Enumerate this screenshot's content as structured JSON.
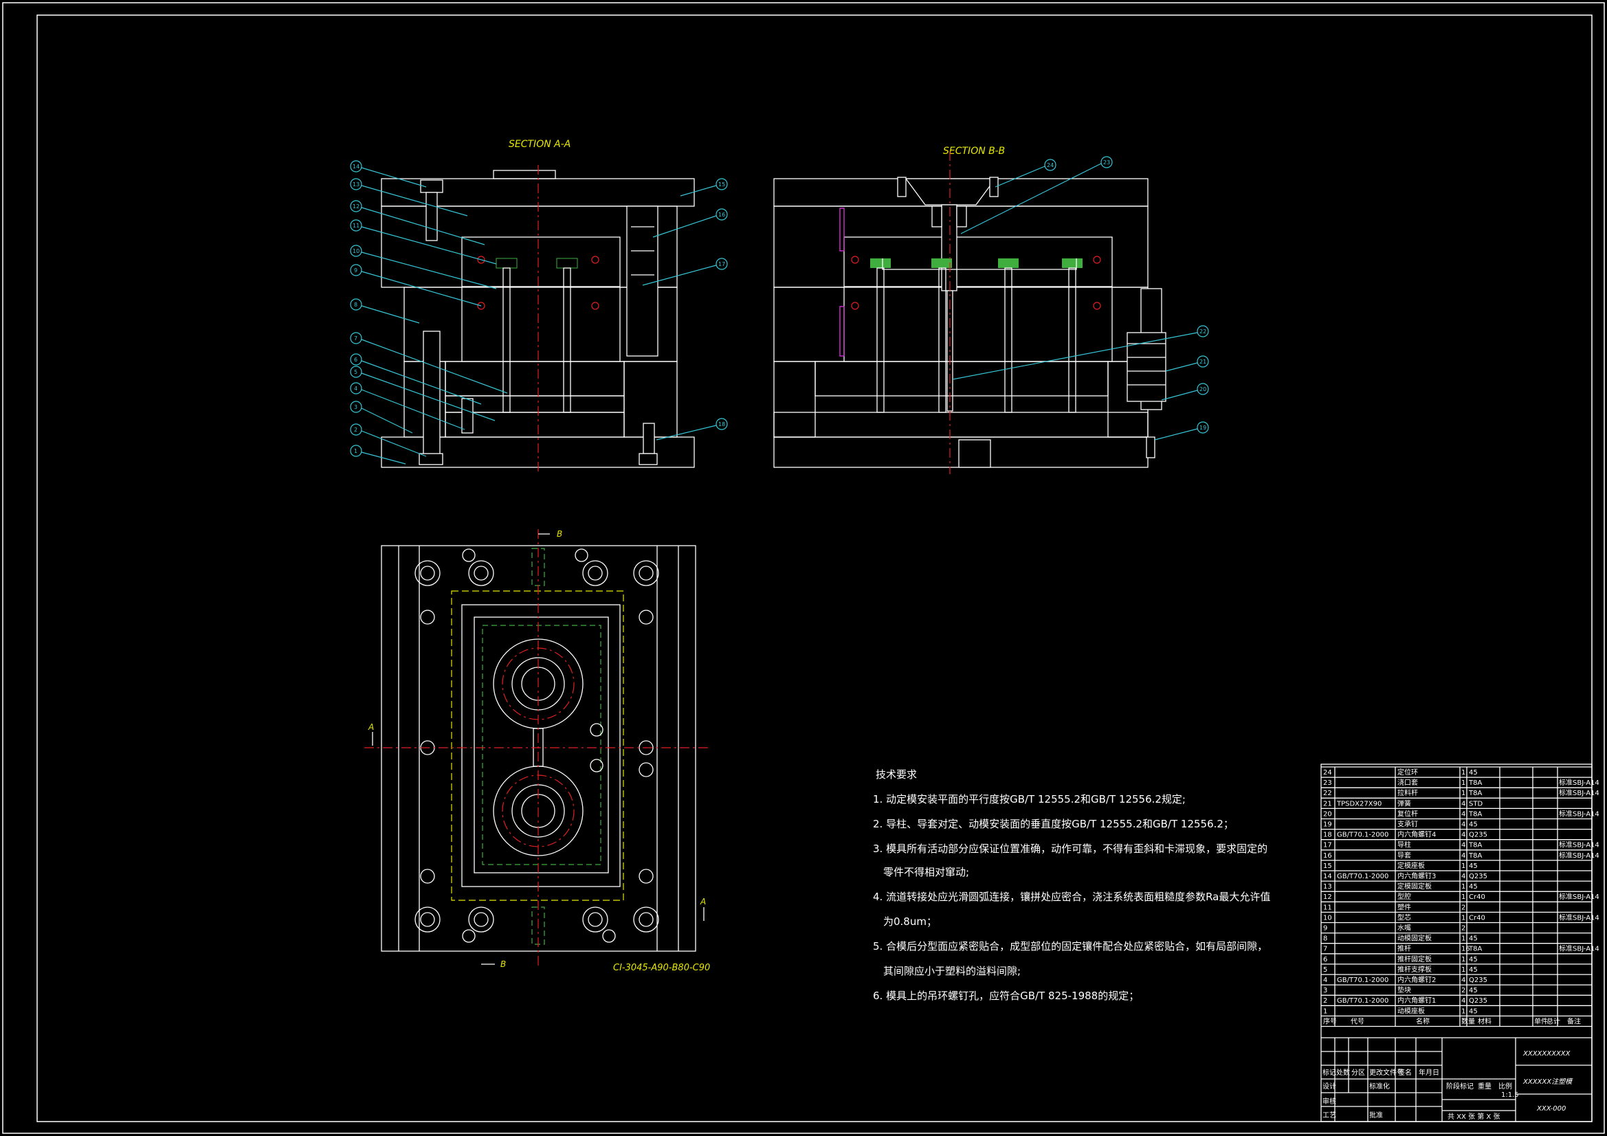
{
  "views": {
    "section_a": "SECTION A-A",
    "section_b": "SECTION B-B",
    "plan_mark_a": "A",
    "plan_mark_b": "B",
    "mold_base_code": "CI-3045-A90-B80-C90"
  },
  "callouts_left": [
    "14",
    "13",
    "12",
    "11",
    "10",
    "9",
    "8",
    "7",
    "6",
    "5",
    "4",
    "3",
    "2",
    "1"
  ],
  "callouts_left_right": [
    "15",
    "16",
    "17",
    "18"
  ],
  "callouts_right": [
    "24",
    "23",
    "22",
    "21",
    "20",
    "19"
  ],
  "tech": {
    "title": "技术要求",
    "lines": [
      "1. 动定模安装平面的平行度按GB/T 12555.2和GB/T 12556.2规定;",
      "2. 导柱、导套对定、动模安装面的垂直度按GB/T 12555.2和GB/T 12556.2；",
      "3. 模具所有活动部分应保证位置准确，动作可靠，不得有歪斜和卡滞现象，要求固定的",
      "零件不得相对窜动;",
      "4. 流道转接处应光滑圆弧连接，镶拼处应密合，浇注系统表面粗糙度参数Ra最大允许值",
      "为0.8um；",
      "5. 合模后分型面应紧密贴合，成型部位的固定镶件配合处应紧密贴合，如有局部间隙，",
      "其间隙应小于塑料的溢料间隙;",
      "6. 模具上的吊环螺钉孔，应符合GB/T 825-1988的规定；"
    ]
  },
  "bom": [
    {
      "no": "24",
      "code": "",
      "name": "定位环",
      "qty": "1",
      "mat": "45",
      "note": ""
    },
    {
      "no": "23",
      "code": "",
      "name": "浇口套",
      "qty": "1",
      "mat": "T8A",
      "note": "标准SBJ-A14"
    },
    {
      "no": "22",
      "code": "",
      "name": "拉料杆",
      "qty": "1",
      "mat": "T8A",
      "note": "标准SBJ-A14"
    },
    {
      "no": "21",
      "code": "TPSDX27X90",
      "name": "弹簧",
      "qty": "4",
      "mat": "STD",
      "note": ""
    },
    {
      "no": "20",
      "code": "",
      "name": "复位杆",
      "qty": "4",
      "mat": "T8A",
      "note": "标准SBJ-A14"
    },
    {
      "no": "19",
      "code": "",
      "name": "支承钉",
      "qty": "4",
      "mat": "45",
      "note": ""
    },
    {
      "no": "18",
      "code": "GB/T70.1-2000",
      "name": "内六角螺钉4",
      "qty": "4",
      "mat": "Q235",
      "note": ""
    },
    {
      "no": "17",
      "code": "",
      "name": "导柱",
      "qty": "4",
      "mat": "T8A",
      "note": "标准SBJ-A14"
    },
    {
      "no": "16",
      "code": "",
      "name": "导套",
      "qty": "4",
      "mat": "T8A",
      "note": "标准SBJ-A14"
    },
    {
      "no": "15",
      "code": "",
      "name": "定模座板",
      "qty": "1",
      "mat": "45",
      "note": ""
    },
    {
      "no": "14",
      "code": "GB/T70.1-2000",
      "name": "内六角螺钉3",
      "qty": "4",
      "mat": "Q235",
      "note": ""
    },
    {
      "no": "13",
      "code": "",
      "name": "定模固定板",
      "qty": "1",
      "mat": "45",
      "note": ""
    },
    {
      "no": "12",
      "code": "",
      "name": "型腔",
      "qty": "1",
      "mat": "Cr40",
      "note": "标准SBJ-A14"
    },
    {
      "no": "11",
      "code": "",
      "name": "塑件",
      "qty": "2",
      "mat": "",
      "note": ""
    },
    {
      "no": "10",
      "code": "",
      "name": "型芯",
      "qty": "1",
      "mat": "Cr40",
      "note": "标准SBJ-A14"
    },
    {
      "no": "9",
      "code": "",
      "name": "水嘴",
      "qty": "2",
      "mat": "",
      "note": ""
    },
    {
      "no": "8",
      "code": "",
      "name": "动模固定板",
      "qty": "1",
      "mat": "45",
      "note": ""
    },
    {
      "no": "7",
      "code": "",
      "name": "推杆",
      "qty": "16",
      "mat": "T8A",
      "note": "标准SBJ-A14"
    },
    {
      "no": "6",
      "code": "",
      "name": "推杆固定板",
      "qty": "1",
      "mat": "45",
      "note": ""
    },
    {
      "no": "5",
      "code": "",
      "name": "推杆支撑板",
      "qty": "1",
      "mat": "45",
      "note": ""
    },
    {
      "no": "4",
      "code": "GB/T70.1-2000",
      "name": "内六角螺钉2",
      "qty": "4",
      "mat": "Q235",
      "note": ""
    },
    {
      "no": "3",
      "code": "",
      "name": "垫块",
      "qty": "2",
      "mat": "45",
      "note": ""
    },
    {
      "no": "2",
      "code": "GB/T70.1-2000",
      "name": "内六角螺钉1",
      "qty": "4",
      "mat": "Q235",
      "note": ""
    },
    {
      "no": "1",
      "code": "",
      "name": "动模座板",
      "qty": "1",
      "mat": "45",
      "note": ""
    }
  ],
  "bom_header": [
    "序号",
    "代号",
    "名称",
    "数量",
    "材料",
    "单件",
    "总计",
    "备注"
  ],
  "title_block": {
    "org": "XXXXXXXXXX",
    "drawing_name": "XXXXXX注塑模",
    "drawing_no": "XXX-000",
    "scale": "1:1.5",
    "sheets": "共 XX 张  第 X 张",
    "labels": [
      "标记",
      "处数",
      "分区",
      "更改文件号",
      "签名",
      "年月日",
      "设计",
      "标准化",
      "审核",
      "工艺",
      "批准",
      "阶段标记",
      "重量",
      "比例"
    ]
  },
  "colors": {
    "background": "#000000",
    "lines": "#ffffff",
    "hatch": "#3fae3f",
    "leader": "#35c6d6",
    "center": "#e02020",
    "text": "#e6e600"
  }
}
